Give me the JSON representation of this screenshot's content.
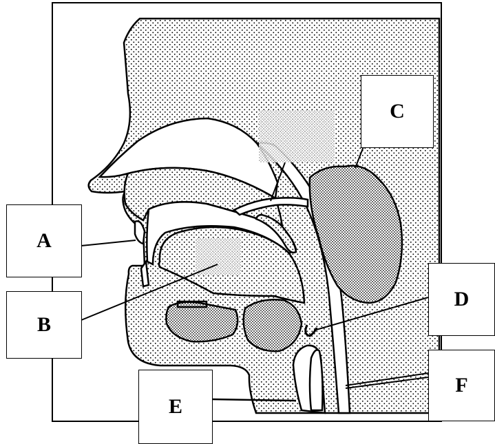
{
  "labels": {
    "a": "A",
    "b": "B",
    "c": "C",
    "d": "D",
    "e": "E",
    "f": "F"
  },
  "colors": {
    "ink": "#000000",
    "paper": "#ffffff",
    "stipple": "#000000",
    "gray_patch": "#8c8c8c"
  }
}
